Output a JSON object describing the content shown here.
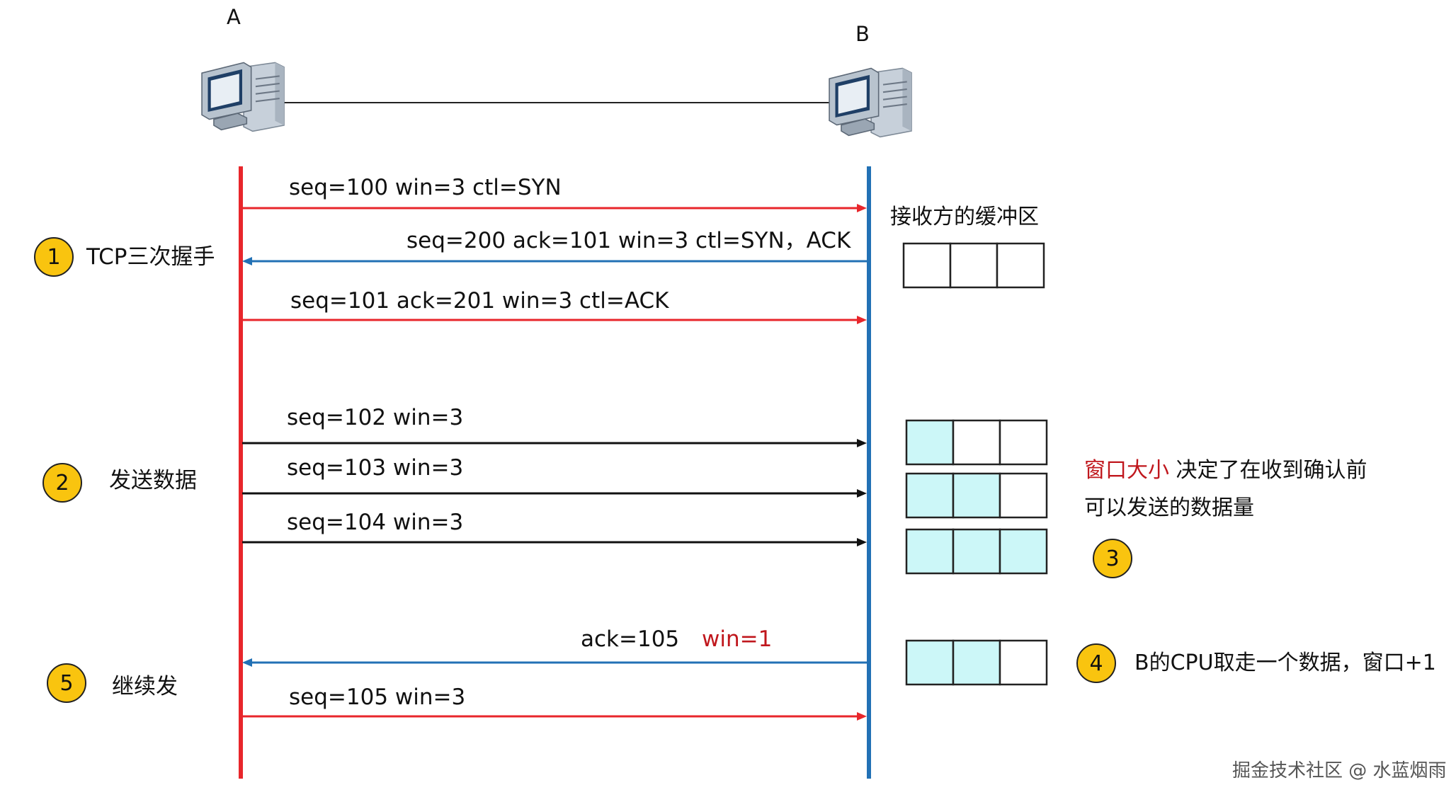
{
  "hosts": {
    "a": {
      "label": "A"
    },
    "b": {
      "label": "B"
    }
  },
  "buffer_title": "接收方的缓冲区",
  "messages": [
    {
      "text": "seq=100  win=3 ctl=SYN",
      "direction": "A->B",
      "color": "#e8262b"
    },
    {
      "text": "seq=200   ack=101  win=3   ctl=SYN，ACK",
      "direction": "B->A",
      "color": "#2271b5"
    },
    {
      "text": "seq=101   ack=201   win=3  ctl=ACK",
      "direction": "A->B",
      "color": "#e8262b"
    },
    {
      "text": "seq=102   win=3",
      "direction": "A->B",
      "color": "#111111"
    },
    {
      "text": "seq=103   win=3",
      "direction": "A->B",
      "color": "#111111"
    },
    {
      "text": "seq=104   win=3",
      "direction": "A->B",
      "color": "#111111"
    },
    {
      "text": "ack=105",
      "highlight": "win=1",
      "direction": "B->A",
      "color": "#2271b5"
    },
    {
      "text": "seq=105  win=3",
      "direction": "A->B",
      "color": "#e8262b"
    }
  ],
  "steps": [
    {
      "num": "1",
      "label": "TCP三次握手"
    },
    {
      "num": "2",
      "label": "发送数据"
    },
    {
      "num": "3"
    },
    {
      "num": "4",
      "label": "B的CPU取走一个数据，窗口+1"
    },
    {
      "num": "5",
      "label": "继续发"
    }
  ],
  "note": {
    "highlight": "窗口大小",
    "line1_rest": " 决定了在收到确认前",
    "line2": "可以发送的数据量"
  },
  "buffers": [
    {
      "filled": 0,
      "capacity": 3
    },
    {
      "filled": 1,
      "capacity": 3
    },
    {
      "filled": 2,
      "capacity": 3
    },
    {
      "filled": 3,
      "capacity": 3
    },
    {
      "filled": 2,
      "capacity": 3
    }
  ],
  "colors": {
    "lifeline_a": "#e8262b",
    "lifeline_b": "#2271b5",
    "step_circle": "#f9c40f",
    "buffer_fill": "#ccf7f8",
    "highlight_text": "#c0171d"
  },
  "icons": {
    "host": "desktop-computer-icon",
    "arrow": "arrowhead"
  },
  "watermark": "掘金技术社区 @ 水蓝烟雨"
}
